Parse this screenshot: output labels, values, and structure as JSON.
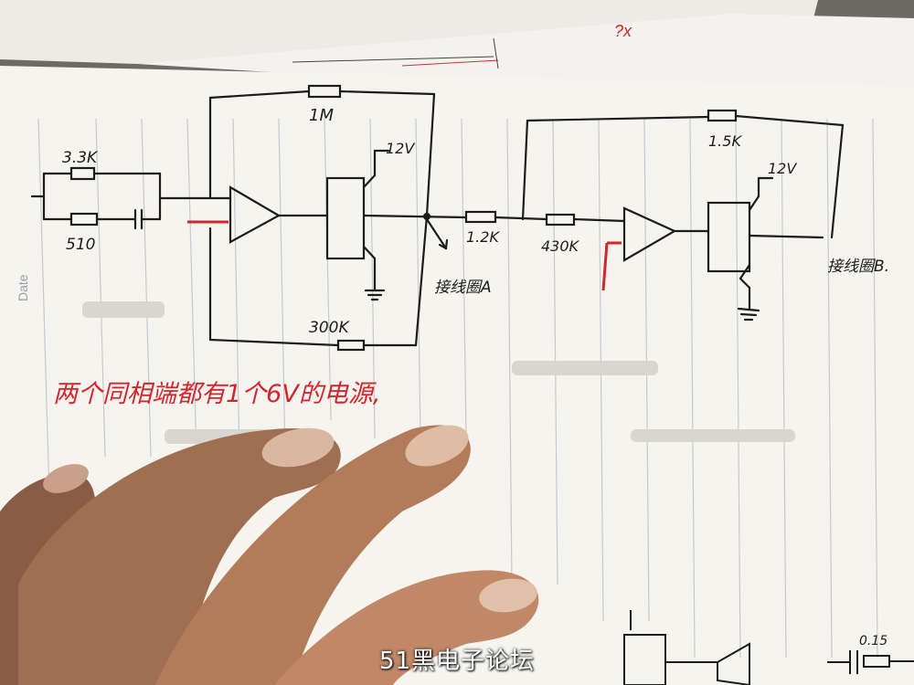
{
  "photo": {
    "note_red": "两个同相端都有1个6V的电源,",
    "circuit_1": {
      "r_top_label": "3.3K",
      "r_bottom_label": "510",
      "r_feedback_top_label": "1M",
      "r_feedback_bottom_label": "300K",
      "supply_label": "12V",
      "output_label": "接线圈A"
    },
    "circuit_2": {
      "r_series_label": "1.2K",
      "r_input_label": "430K",
      "r_feedback_label": "1.5K",
      "supply_label": "12V",
      "output_label": "接线圈B."
    },
    "date_label": "Date",
    "bottom_circuit_label": "0.15",
    "watermark": "51黑电子论坛"
  }
}
